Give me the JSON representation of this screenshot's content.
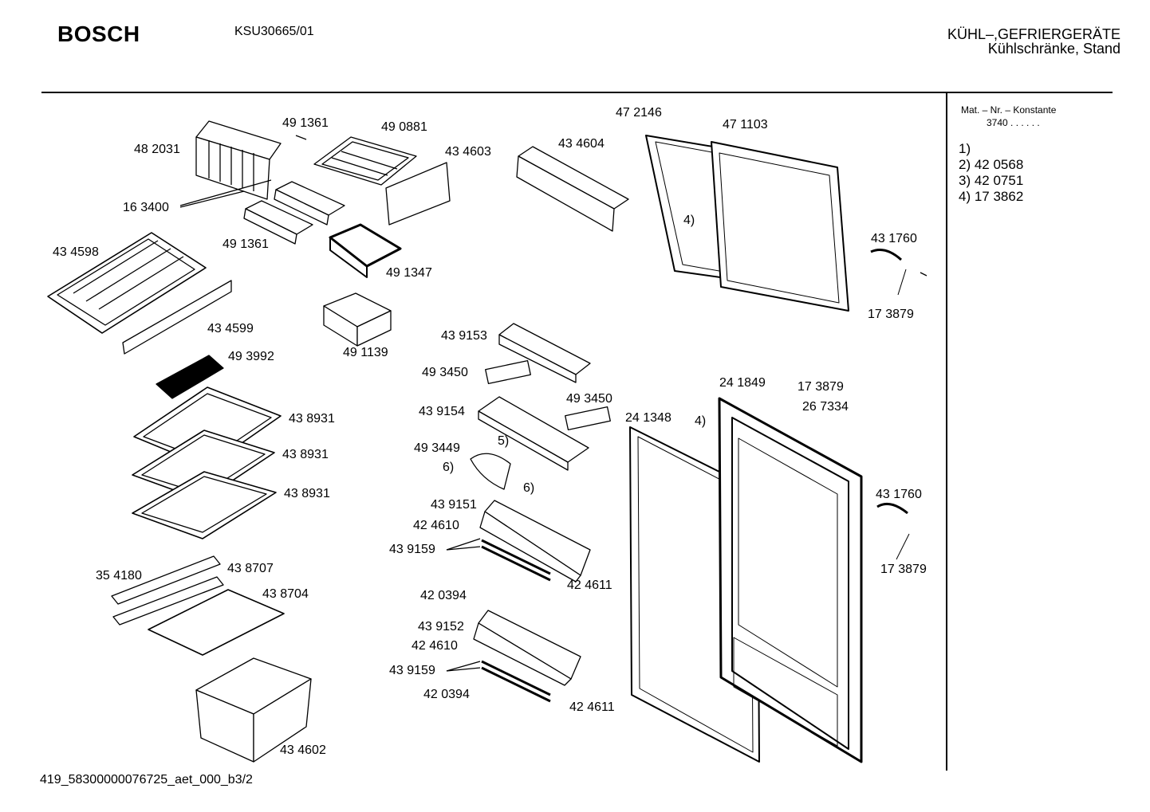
{
  "header": {
    "brand": "BOSCH",
    "model": "KSU30665/01",
    "category_line1": "KÜHL–,GEFRIERGERÄTE",
    "category_line2": "Kühlschränke, Stand"
  },
  "sidebar": {
    "mat_label": "Mat. – Nr. – Konstante",
    "mat_value": "3740  .   .     .  .  .  .",
    "footnotes": [
      "1)",
      "2)  42 0568",
      "3)  42 0751",
      "4)  17 3862"
    ]
  },
  "footer": "419_58300000076725_aet_000_b3/2",
  "parts": [
    {
      "label": "48 2031"
    },
    {
      "label": "49 1361"
    },
    {
      "label": "49 0881"
    },
    {
      "label": "43 4603"
    },
    {
      "label": "43 4604"
    },
    {
      "label": "47 2146"
    },
    {
      "label": "47 1103"
    },
    {
      "label": "16 3400"
    },
    {
      "label": "49 1361"
    },
    {
      "label": "43 4598"
    },
    {
      "label": "49 1347"
    },
    {
      "label": "4)"
    },
    {
      "label": "43 1760"
    },
    {
      "label": "17 3879"
    },
    {
      "label": "43 4599"
    },
    {
      "label": "49 1139"
    },
    {
      "label": "43 9153"
    },
    {
      "label": "49 3992"
    },
    {
      "label": "49 3450"
    },
    {
      "label": "24 1849"
    },
    {
      "label": "17 3879"
    },
    {
      "label": "49 3450"
    },
    {
      "label": "26 7334"
    },
    {
      "label": "43 9154"
    },
    {
      "label": "24 1348"
    },
    {
      "label": "4)"
    },
    {
      "label": "43 8931"
    },
    {
      "label": "5)"
    },
    {
      "label": "49 3449"
    },
    {
      "label": "43 8931"
    },
    {
      "label": "6)"
    },
    {
      "label": "6)"
    },
    {
      "label": "43 8931"
    },
    {
      "label": "43 9151"
    },
    {
      "label": "43 1760"
    },
    {
      "label": "42 4610"
    },
    {
      "label": "43 9159"
    },
    {
      "label": "17 3879"
    },
    {
      "label": "35 4180"
    },
    {
      "label": "43 8707"
    },
    {
      "label": "43 8704"
    },
    {
      "label": "42 4611"
    },
    {
      "label": "42 0394"
    },
    {
      "label": "43 9152"
    },
    {
      "label": "42 4610"
    },
    {
      "label": "43 9159"
    },
    {
      "label": "42 0394"
    },
    {
      "label": "42 4611"
    },
    {
      "label": "43 4602"
    }
  ]
}
